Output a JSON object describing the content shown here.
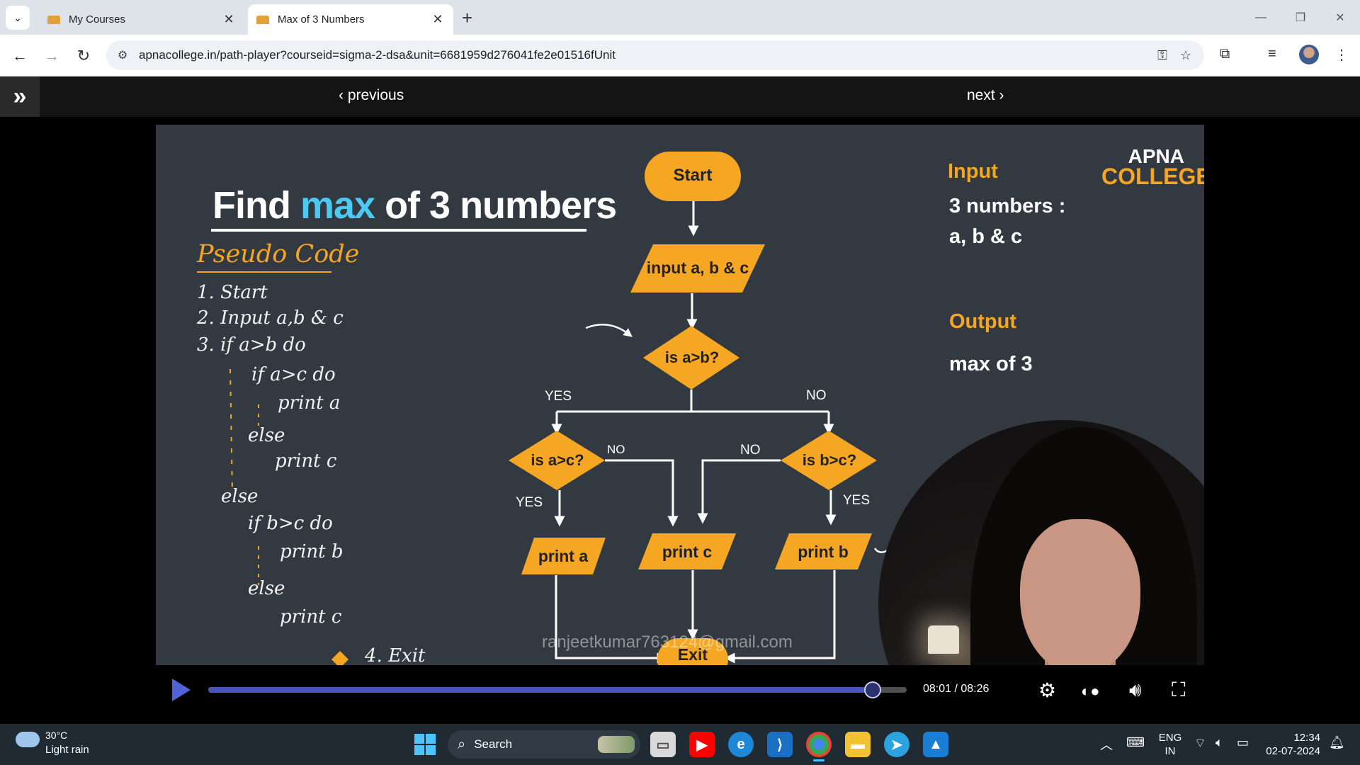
{
  "browser": {
    "tabs": [
      {
        "title": "My Courses",
        "active": false
      },
      {
        "title": "Max of 3 Numbers",
        "active": true
      }
    ],
    "url": "apnacollege.in/path-player?courseid=sigma-2-dsa&unit=6681959d276041fe2e01516fUnit"
  },
  "page_nav": {
    "previous_label": "‹ previous",
    "next_label": "next ›"
  },
  "slide": {
    "title_part1": "Find ",
    "title_highlight": "max",
    "title_part2": " of 3 numbers",
    "pseudo_heading": "Pseudo Code",
    "pseudo_lines": [
      "1. Start",
      "2. Input a,b & c",
      "3. if a>b do",
      "if a>c do",
      "print a",
      "else",
      "print c",
      "else",
      "if b>c do",
      "print b",
      "else",
      "print c",
      "4. Exit"
    ],
    "input_heading": "Input",
    "input_line1": "3 numbers :",
    "input_line2": "a, b & c",
    "output_heading": "Output",
    "output_text": "max of 3",
    "logo_line1": "APNA",
    "logo_line2": "COLLEGE",
    "flowchart": {
      "start": "Start",
      "input": "input a, b & c",
      "cond1": "is a>b?",
      "cond2": "is a>c?",
      "cond3": "is b>c?",
      "print_a": "print a",
      "print_c": "print c",
      "print_b": "print b",
      "exit": "Exit",
      "yes": "YES",
      "no": "NO"
    },
    "watermark": "ranjeetkumar763124@gmail.com"
  },
  "player": {
    "progress": 0.9517,
    "time": "08:01 / 08:26"
  },
  "taskbar": {
    "weather_temp": "30°C",
    "weather_desc": "Light rain",
    "search_label": "Search",
    "lang1": "ENG",
    "lang2": "IN",
    "time": "12:34",
    "date": "02-07-2024"
  },
  "colors": {
    "accent_orange": "#f5a623",
    "accent_blue": "#4cc9f0",
    "slide_bg": "#333940",
    "player_accent": "#4f63d6"
  }
}
